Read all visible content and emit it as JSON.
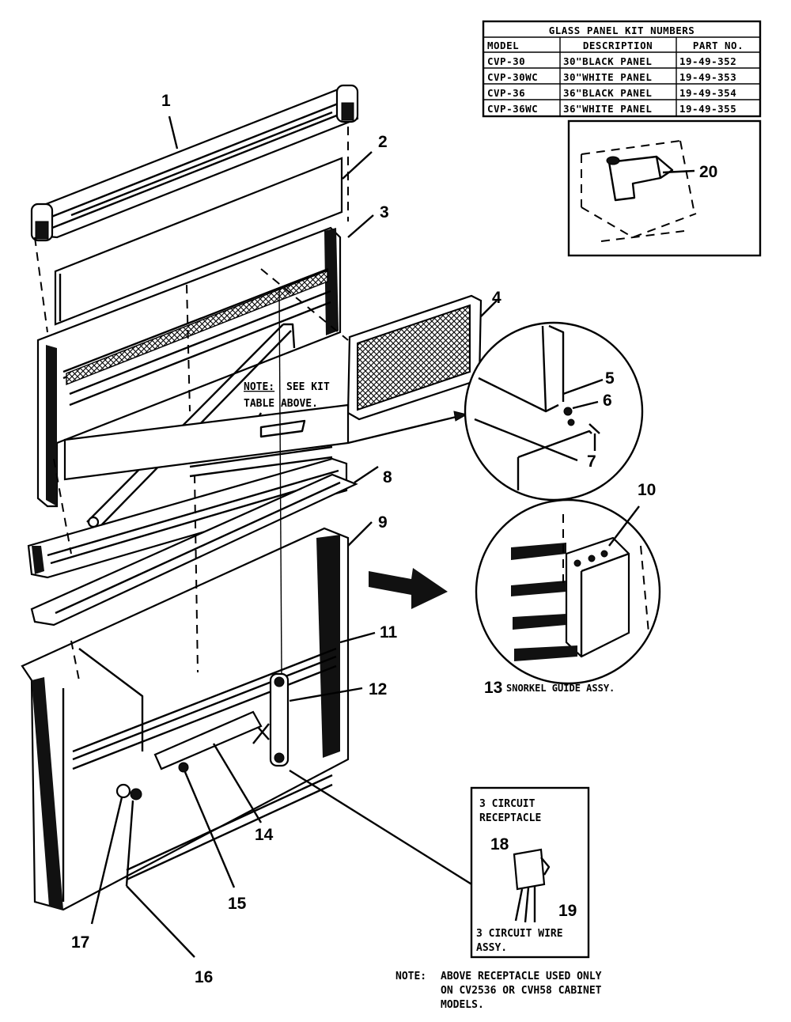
{
  "kit_table": {
    "title": "GLASS PANEL KIT NUMBERS",
    "headers": [
      "MODEL",
      "DESCRIPTION",
      "PART NO."
    ],
    "rows": [
      [
        "CVP-30",
        "30\"BLACK PANEL",
        "19-49-352"
      ],
      [
        "CVP-30WC",
        "30\"WHITE PANEL",
        "19-49-353"
      ],
      [
        "CVP-36",
        "36\"BLACK PANEL",
        "19-49-354"
      ],
      [
        "CVP-36WC",
        "36\"WHITE PANEL",
        "19-49-355"
      ]
    ]
  },
  "callouts": {
    "c1": "1",
    "c2": "2",
    "c3": "3",
    "c4": "4",
    "c5": "5",
    "c6": "6",
    "c7": "7",
    "c8": "8",
    "c9": "9",
    "c10": "10",
    "c11": "11",
    "c12": "12",
    "c13": "13",
    "c14": "14",
    "c15": "15",
    "c16": "16",
    "c17": "17",
    "c18": "18",
    "c19": "19",
    "c20": "20"
  },
  "notes": {
    "kit_note_prefix": "NOTE:",
    "kit_note_line1": "SEE KIT",
    "kit_note_line2": "TABLE ABOVE.",
    "snorkel_label": "SNORKEL GUIDE ASSY.",
    "receptacle_line1": "3 CIRCUIT",
    "receptacle_line2": "RECEPTACLE",
    "wire_line1": "3 CIRCUIT WIRE",
    "wire_line2": "ASSY.",
    "bottom_prefix": "NOTE:",
    "bottom_line1": "ABOVE RECEPTACLE USED ONLY",
    "bottom_line2": "ON CV2536 OR CVH58 CABINET",
    "bottom_line3": "MODELS."
  }
}
